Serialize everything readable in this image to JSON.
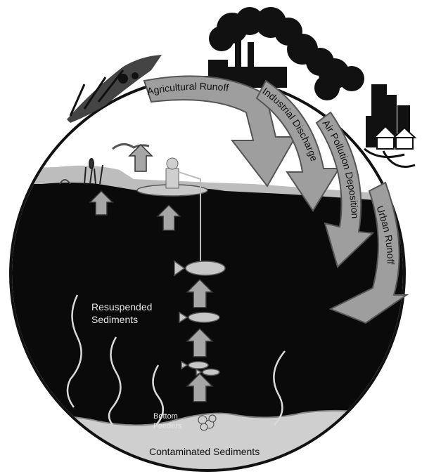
{
  "diagram": {
    "sources": {
      "agricultural": "Agricultural Runoff",
      "industrial": "Industrial Discharge",
      "air": "Air Pollution Deposition",
      "urban": "Urban Runoff"
    },
    "labels": {
      "resuspended_line1": "Resuspended",
      "resuspended_line2": "Sediments",
      "bottom_line1": "Bottom",
      "bottom_line2": "Feeders",
      "contaminated": "Contaminated Sediments"
    }
  }
}
